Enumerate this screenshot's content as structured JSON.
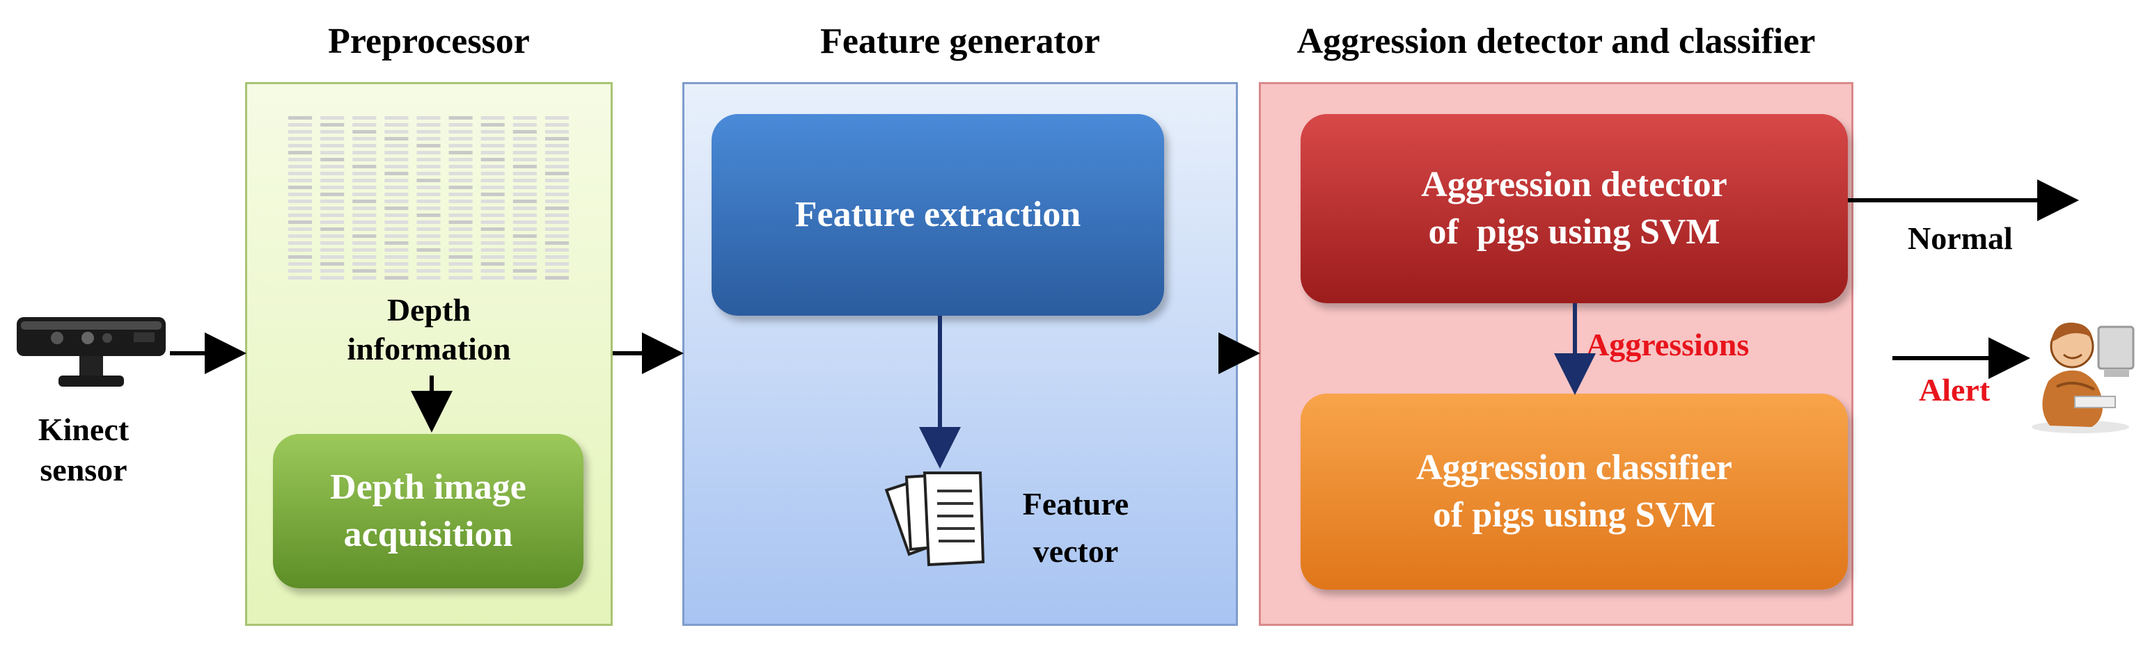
{
  "titles": {
    "preprocessor": "Preprocessor",
    "feature_generator": "Feature generator",
    "aggression": "Aggression detector and classifier"
  },
  "sensor": {
    "label_line1": "Kinect",
    "label_line2": "sensor",
    "icon": "kinect-sensor-icon"
  },
  "preprocessor": {
    "depth_info_line1": "Depth",
    "depth_info_line2": "information",
    "box_line1": "Depth image",
    "box_line2": "acquisition",
    "table_icon": "depth-data-table-icon"
  },
  "feature": {
    "box_label": "Feature extraction",
    "vector_line1": "Feature",
    "vector_line2": "vector",
    "doc_icon": "documents-icon"
  },
  "aggression": {
    "detector_line1": "Aggression detector",
    "detector_line2": "of  pigs using SVM",
    "classifier_line1": "Aggression classifier",
    "classifier_line2": "of pigs using SVM",
    "aggressions_label": "Aggressions",
    "normal_label": "Normal",
    "alert_label": "Alert",
    "person_icon": "operator-person-icon"
  },
  "colors": {
    "alert_red": "#e8141c",
    "green_panel": "#e4f4b9",
    "blue_panel": "#a8c4f2",
    "red_panel": "#f8c4c4",
    "arrow_dark_blue": "#1a2f6b"
  }
}
